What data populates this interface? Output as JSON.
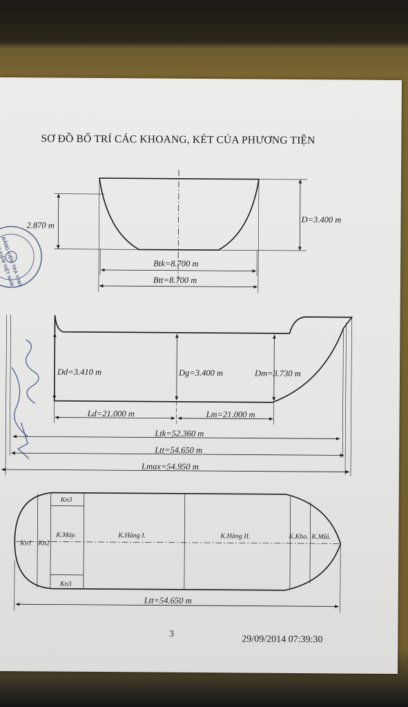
{
  "title": "SƠ ĐỒ BỐ TRÍ CÁC KHOANG, KÉT CỦA PHƯƠNG TIỆN",
  "section": {
    "depth_left": "2.870 m",
    "depth_right": "D=3.400 m",
    "btk": "Btk=8.700 m",
    "btt": "Btt=8.700 m"
  },
  "profile": {
    "dd": "Dd=3.410 m",
    "dg": "Dg=3.400 m",
    "dm": "Dm=3.730 m",
    "ld": "Ld=21.000 m",
    "lm": "Lm=21.000 m",
    "ltk": "Ltk=52.360 m",
    "ltt": "Ltt=54.650 m",
    "lmax": "Lmax=54.950 m"
  },
  "plan": {
    "kn1": "Kn1",
    "kn2": "Kn2",
    "kn3_top": "Kn3",
    "kn3_bottom": "Kn3",
    "k_may": "K.Máy.",
    "k_hang_1": "K.Hàng I.",
    "k_hang_2": "K.Hàng II.",
    "k_kho": "K.Kho.",
    "k_mui": "K.Mũi.",
    "ltt": "Ltt=54.650 m"
  },
  "stamp": {
    "text_1": "ĐĂNG KIỂM VIỆT NAM",
    "text_2": "ĐĂNG KIỂM TRÀ VINH"
  },
  "page_number": "3",
  "timestamp": "29/09/2014  07:39:30",
  "colors": {
    "paper": "#e6e6e4",
    "ink": "#1a1a1a",
    "stamp_ink": "#2a3a6a",
    "background": "#6e5c2c"
  }
}
